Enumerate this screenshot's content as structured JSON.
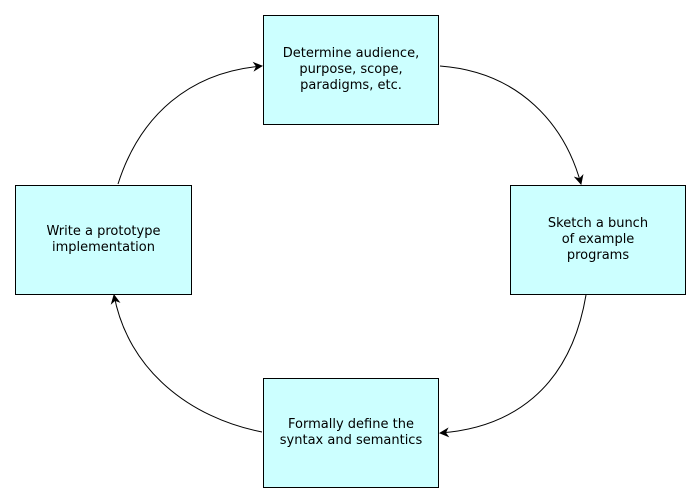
{
  "diagram": {
    "colors": {
      "node_fill": "#ccffff",
      "node_border": "#000000",
      "edge": "#000000"
    },
    "nodes": [
      {
        "id": "audience",
        "label": "Determine audience,\npurpose, scope,\nparadigms, etc."
      },
      {
        "id": "examples",
        "label": "Sketch a bunch\nof example\nprograms"
      },
      {
        "id": "define",
        "label": "Formally define the\nsyntax and semantics"
      },
      {
        "id": "prototype",
        "label": "Write a prototype\nimplementation"
      }
    ],
    "edges": [
      {
        "from": "audience",
        "to": "examples"
      },
      {
        "from": "examples",
        "to": "define"
      },
      {
        "from": "define",
        "to": "prototype"
      },
      {
        "from": "prototype",
        "to": "audience"
      }
    ]
  }
}
